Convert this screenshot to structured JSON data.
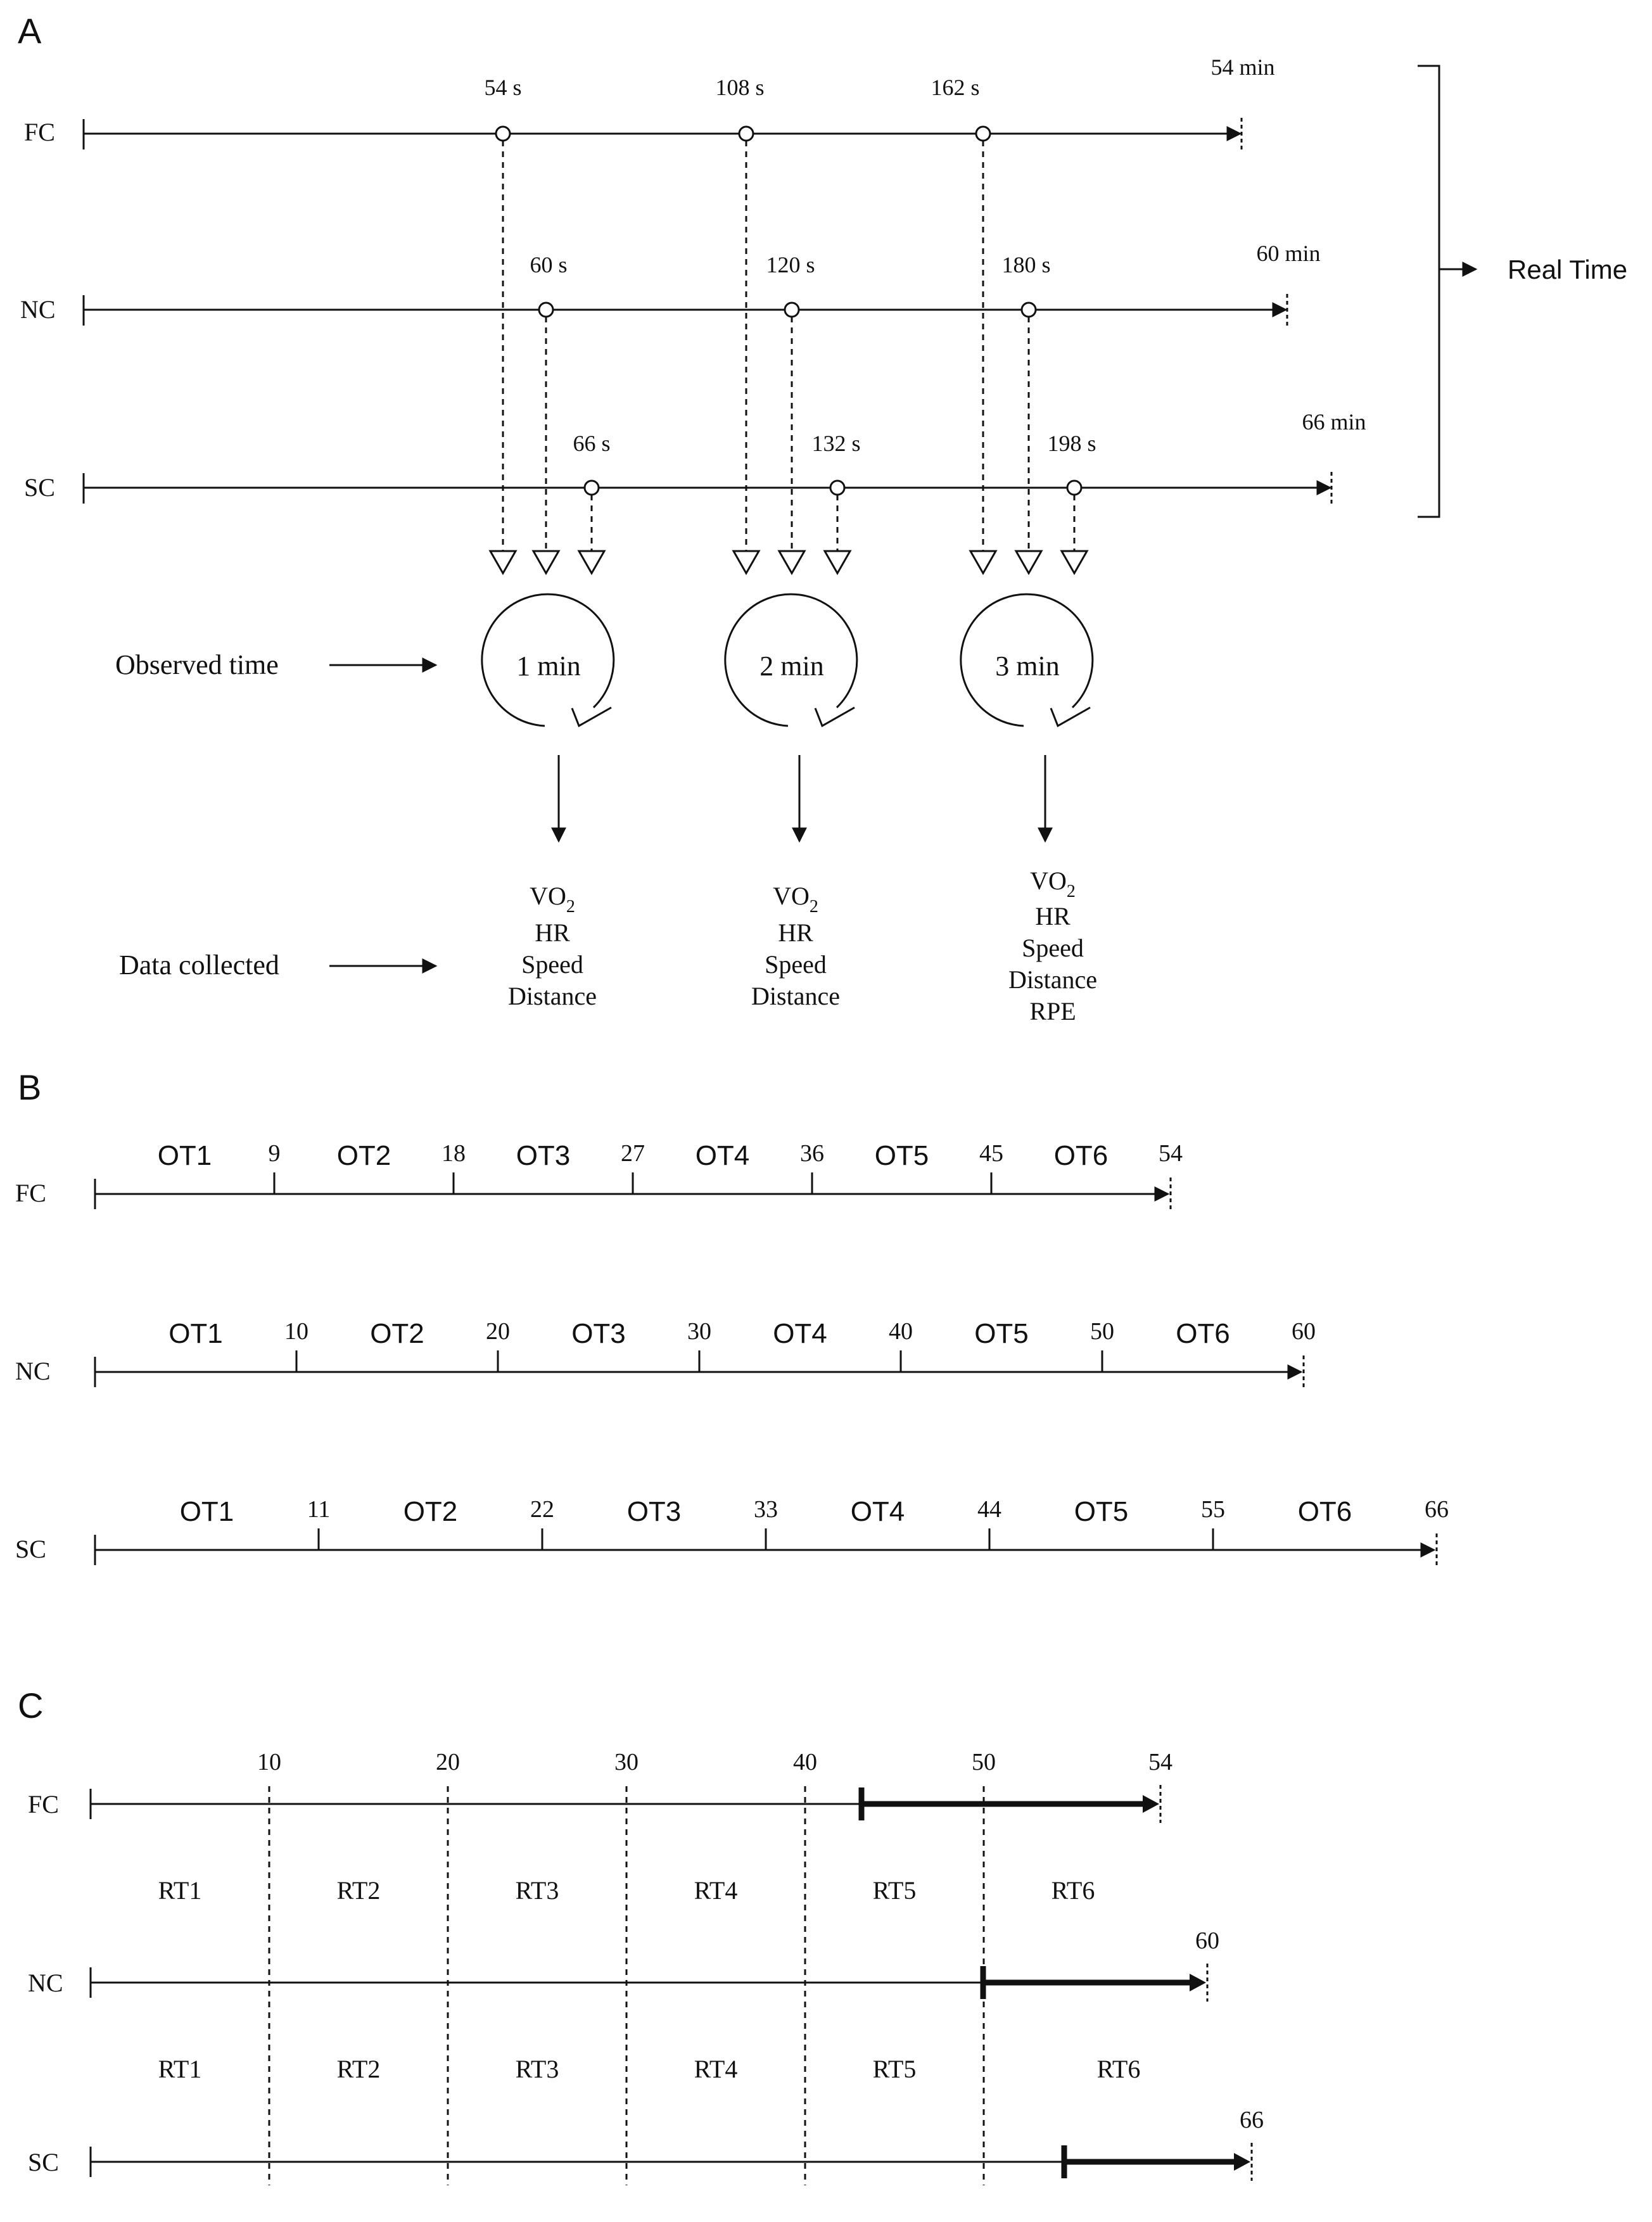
{
  "panel_a": {
    "label": "A",
    "rows": [
      {
        "name": "FC",
        "end": "54 min",
        "marks": [
          "54 s",
          "108 s",
          "162 s"
        ]
      },
      {
        "name": "NC",
        "end": "60 min",
        "marks": [
          "60 s",
          "120 s",
          "180 s"
        ]
      },
      {
        "name": "SC",
        "end": "66 min",
        "marks": [
          "66 s",
          "132 s",
          "198 s"
        ]
      }
    ],
    "bracket_label": "Real Time",
    "observed_label": "Observed time",
    "data_label": "Data collected",
    "observed": [
      {
        "label": "1 min",
        "data": [
          "VO2",
          "HR",
          "Speed",
          "Distance"
        ]
      },
      {
        "label": "2 min",
        "data": [
          "VO2",
          "HR",
          "Speed",
          "Distance"
        ]
      },
      {
        "label": "3 min",
        "data": [
          "VO2",
          "HR",
          "Speed",
          "Distance",
          "RPE"
        ]
      }
    ]
  },
  "panel_b": {
    "label": "B",
    "rows": [
      {
        "name": "FC",
        "ticks": [
          "9",
          "18",
          "27",
          "36",
          "45",
          "54"
        ],
        "segments": [
          "OT1",
          "OT2",
          "OT3",
          "OT4",
          "OT5",
          "OT6"
        ]
      },
      {
        "name": "NC",
        "ticks": [
          "10",
          "20",
          "30",
          "40",
          "50",
          "60"
        ],
        "segments": [
          "OT1",
          "OT2",
          "OT3",
          "OT4",
          "OT5",
          "OT6"
        ]
      },
      {
        "name": "SC",
        "ticks": [
          "11",
          "22",
          "33",
          "44",
          "55",
          "66"
        ],
        "segments": [
          "OT1",
          "OT2",
          "OT3",
          "OT4",
          "OT5",
          "OT6"
        ]
      }
    ]
  },
  "panel_c": {
    "label": "C",
    "ticks": [
      "10",
      "20",
      "30",
      "40",
      "50"
    ],
    "rows": [
      {
        "name": "FC",
        "end": "54"
      },
      {
        "name": "NC",
        "end": "60"
      },
      {
        "name": "SC",
        "end": "66"
      }
    ],
    "segments_1": [
      "RT1",
      "RT2",
      "RT3",
      "RT4",
      "RT5",
      "RT6"
    ],
    "segments_2": [
      "RT1",
      "RT2",
      "RT3",
      "RT4",
      "RT5",
      "RT6"
    ]
  }
}
